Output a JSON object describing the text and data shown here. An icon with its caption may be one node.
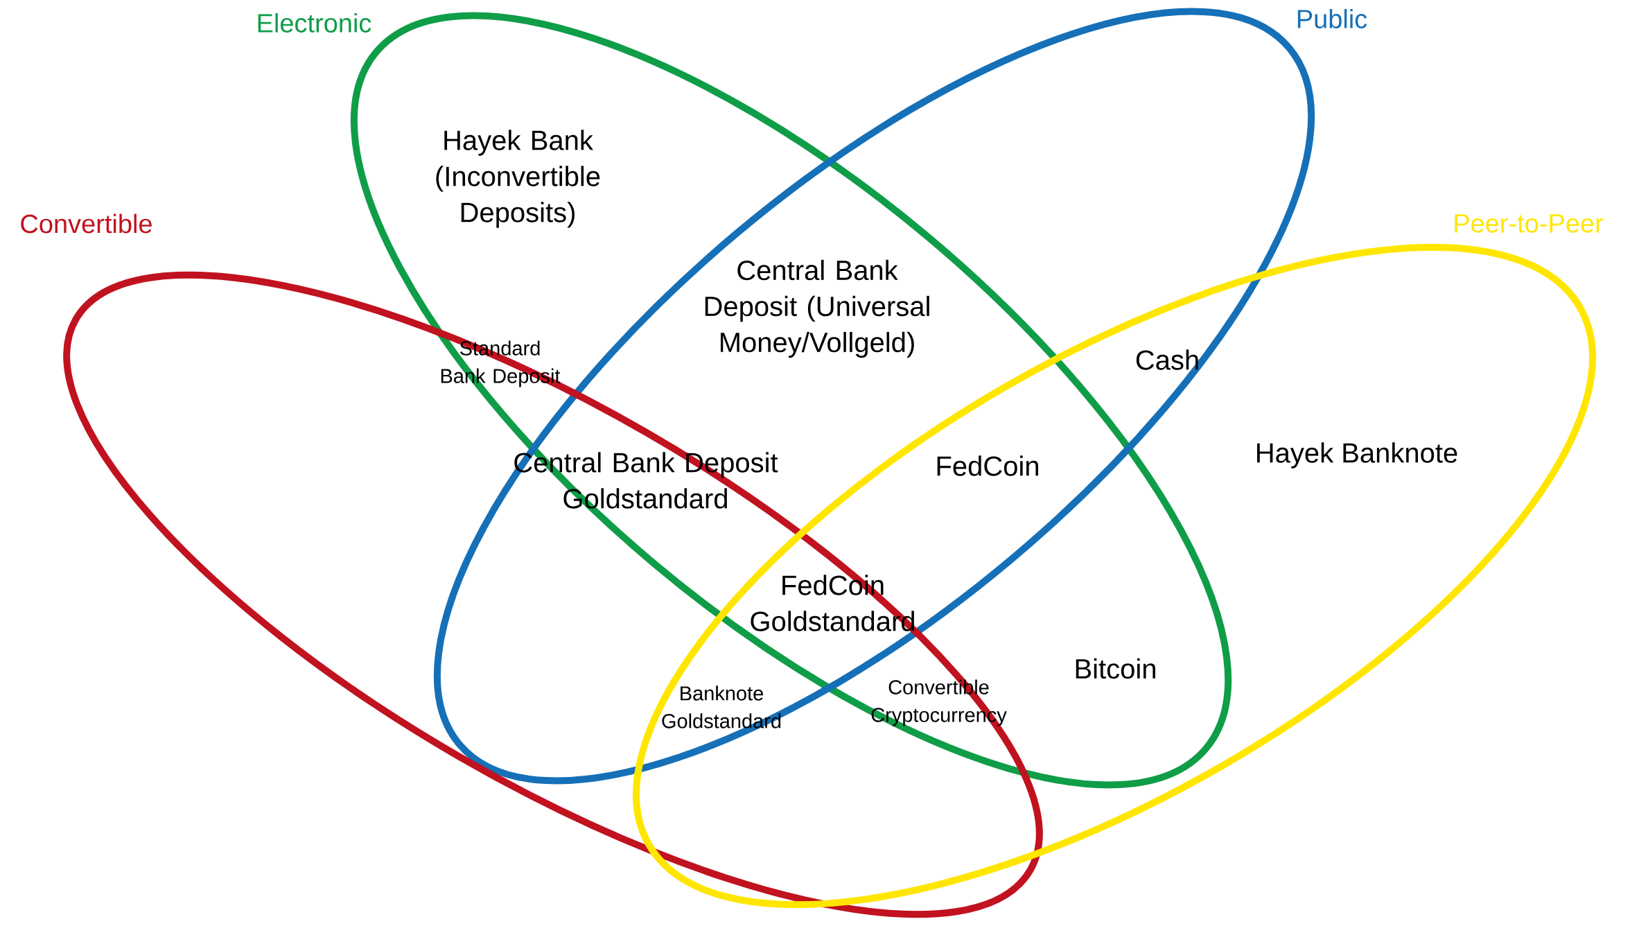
{
  "diagram": {
    "nodes": [
      {
        "text": [
          "Electronic"
        ]
      },
      {
        "text": [
          "Public"
        ]
      },
      {
        "text": [
          "Convertible"
        ]
      },
      {
        "text": [
          "Peer-to-Peer"
        ]
      }
    ],
    "labels": [
      "Hayek Bank (Inconvertible Deposits)",
      "Central Bank Deposit (Universal Money/Vollgeld)",
      "Standard Bank Deposit",
      "Cash",
      "Hayek Banknote",
      "FedCoin",
      "Central Bank Deposit Goldstandard",
      "FedCoin Goldstandard",
      "Bitcoin",
      "Banknote Goldstandard",
      "Convertible Cryptocurrency"
    ]
  }
}
